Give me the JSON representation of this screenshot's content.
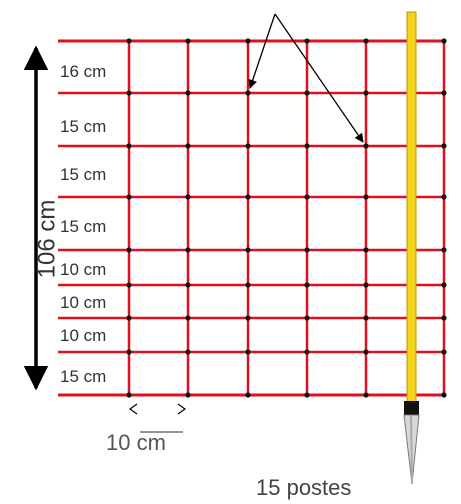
{
  "fence": {
    "total_height_label": "106 cm",
    "row_labels": [
      "16 cm",
      "15 cm",
      "15 cm",
      "15 cm",
      "10 cm",
      "10 cm",
      "10 cm",
      "15 cm"
    ],
    "spacing_label": "10 cm",
    "posts_label": "15 postes",
    "colors": {
      "wire": "#e0101e",
      "post": "#f2d21a",
      "post_outline": "#b89a00",
      "post_tip": "#9a9a9a",
      "knot": "#111111",
      "arrow": "#000000"
    }
  }
}
